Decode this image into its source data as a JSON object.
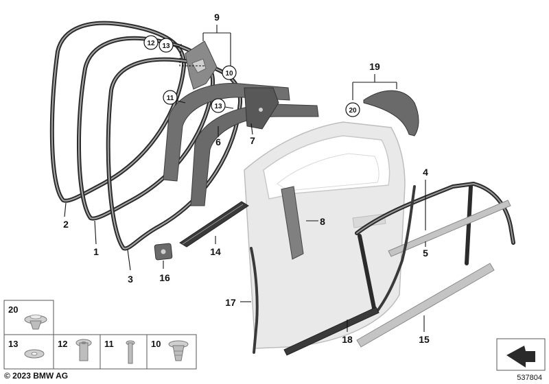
{
  "parts": {
    "p1": "1",
    "p2": "2",
    "p3": "3",
    "p4": "4",
    "p5": "5",
    "p6": "6",
    "p7": "7",
    "p8": "8",
    "p9": "9",
    "p10": "10",
    "p11": "11",
    "p12": "12",
    "p13": "13",
    "p14": "14",
    "p15": "15",
    "p16": "16",
    "p17": "17",
    "p18": "18",
    "p19": "19",
    "p20": "20"
  },
  "legend": {
    "c20": "20",
    "c13": "13",
    "c12": "12",
    "c11": "11",
    "c10": "10"
  },
  "footer": {
    "copyright": "© 2023 BMW AG",
    "reference": "537804"
  },
  "colors": {
    "seal": "#2b2b2b",
    "seal_inner": "#9a9a9a",
    "trim": "#6f6f6f",
    "door": "#e9e9e9",
    "door_edge": "#bdbdbd",
    "legend_border": "#555555"
  }
}
